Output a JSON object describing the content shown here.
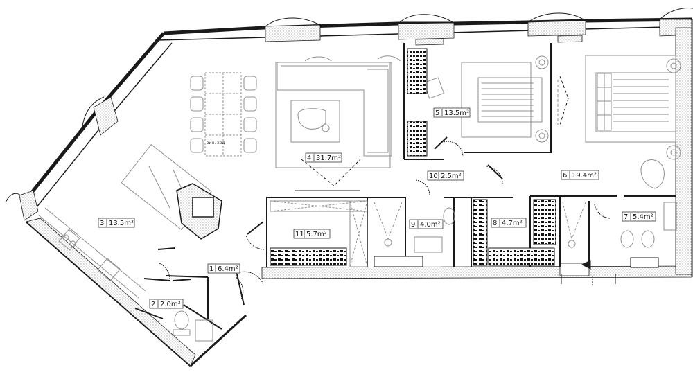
{
  "colors": {
    "wall": "#1a1a1a",
    "hatch": "#9a9a9a",
    "furniture": "#8f8f8f",
    "background": "#ffffff"
  },
  "rooms": [
    {
      "number": "1",
      "area": "6.4m²"
    },
    {
      "number": "2",
      "area": "2.0m²"
    },
    {
      "number": "3",
      "area": "13.5m²"
    },
    {
      "number": "4",
      "area": "31.7m²"
    },
    {
      "number": "5",
      "area": "13.5m²"
    },
    {
      "number": "6",
      "area": "19.4m²"
    },
    {
      "number": "7",
      "area": "5.4m²"
    },
    {
      "number": "8",
      "area": "4.7m²"
    },
    {
      "number": "9",
      "area": "4.0m²"
    },
    {
      "number": "10",
      "area": "2.5m²"
    },
    {
      "number": "11",
      "area": "5.7m²"
    }
  ],
  "annotations": {
    "duct_label": "вин. ход"
  }
}
